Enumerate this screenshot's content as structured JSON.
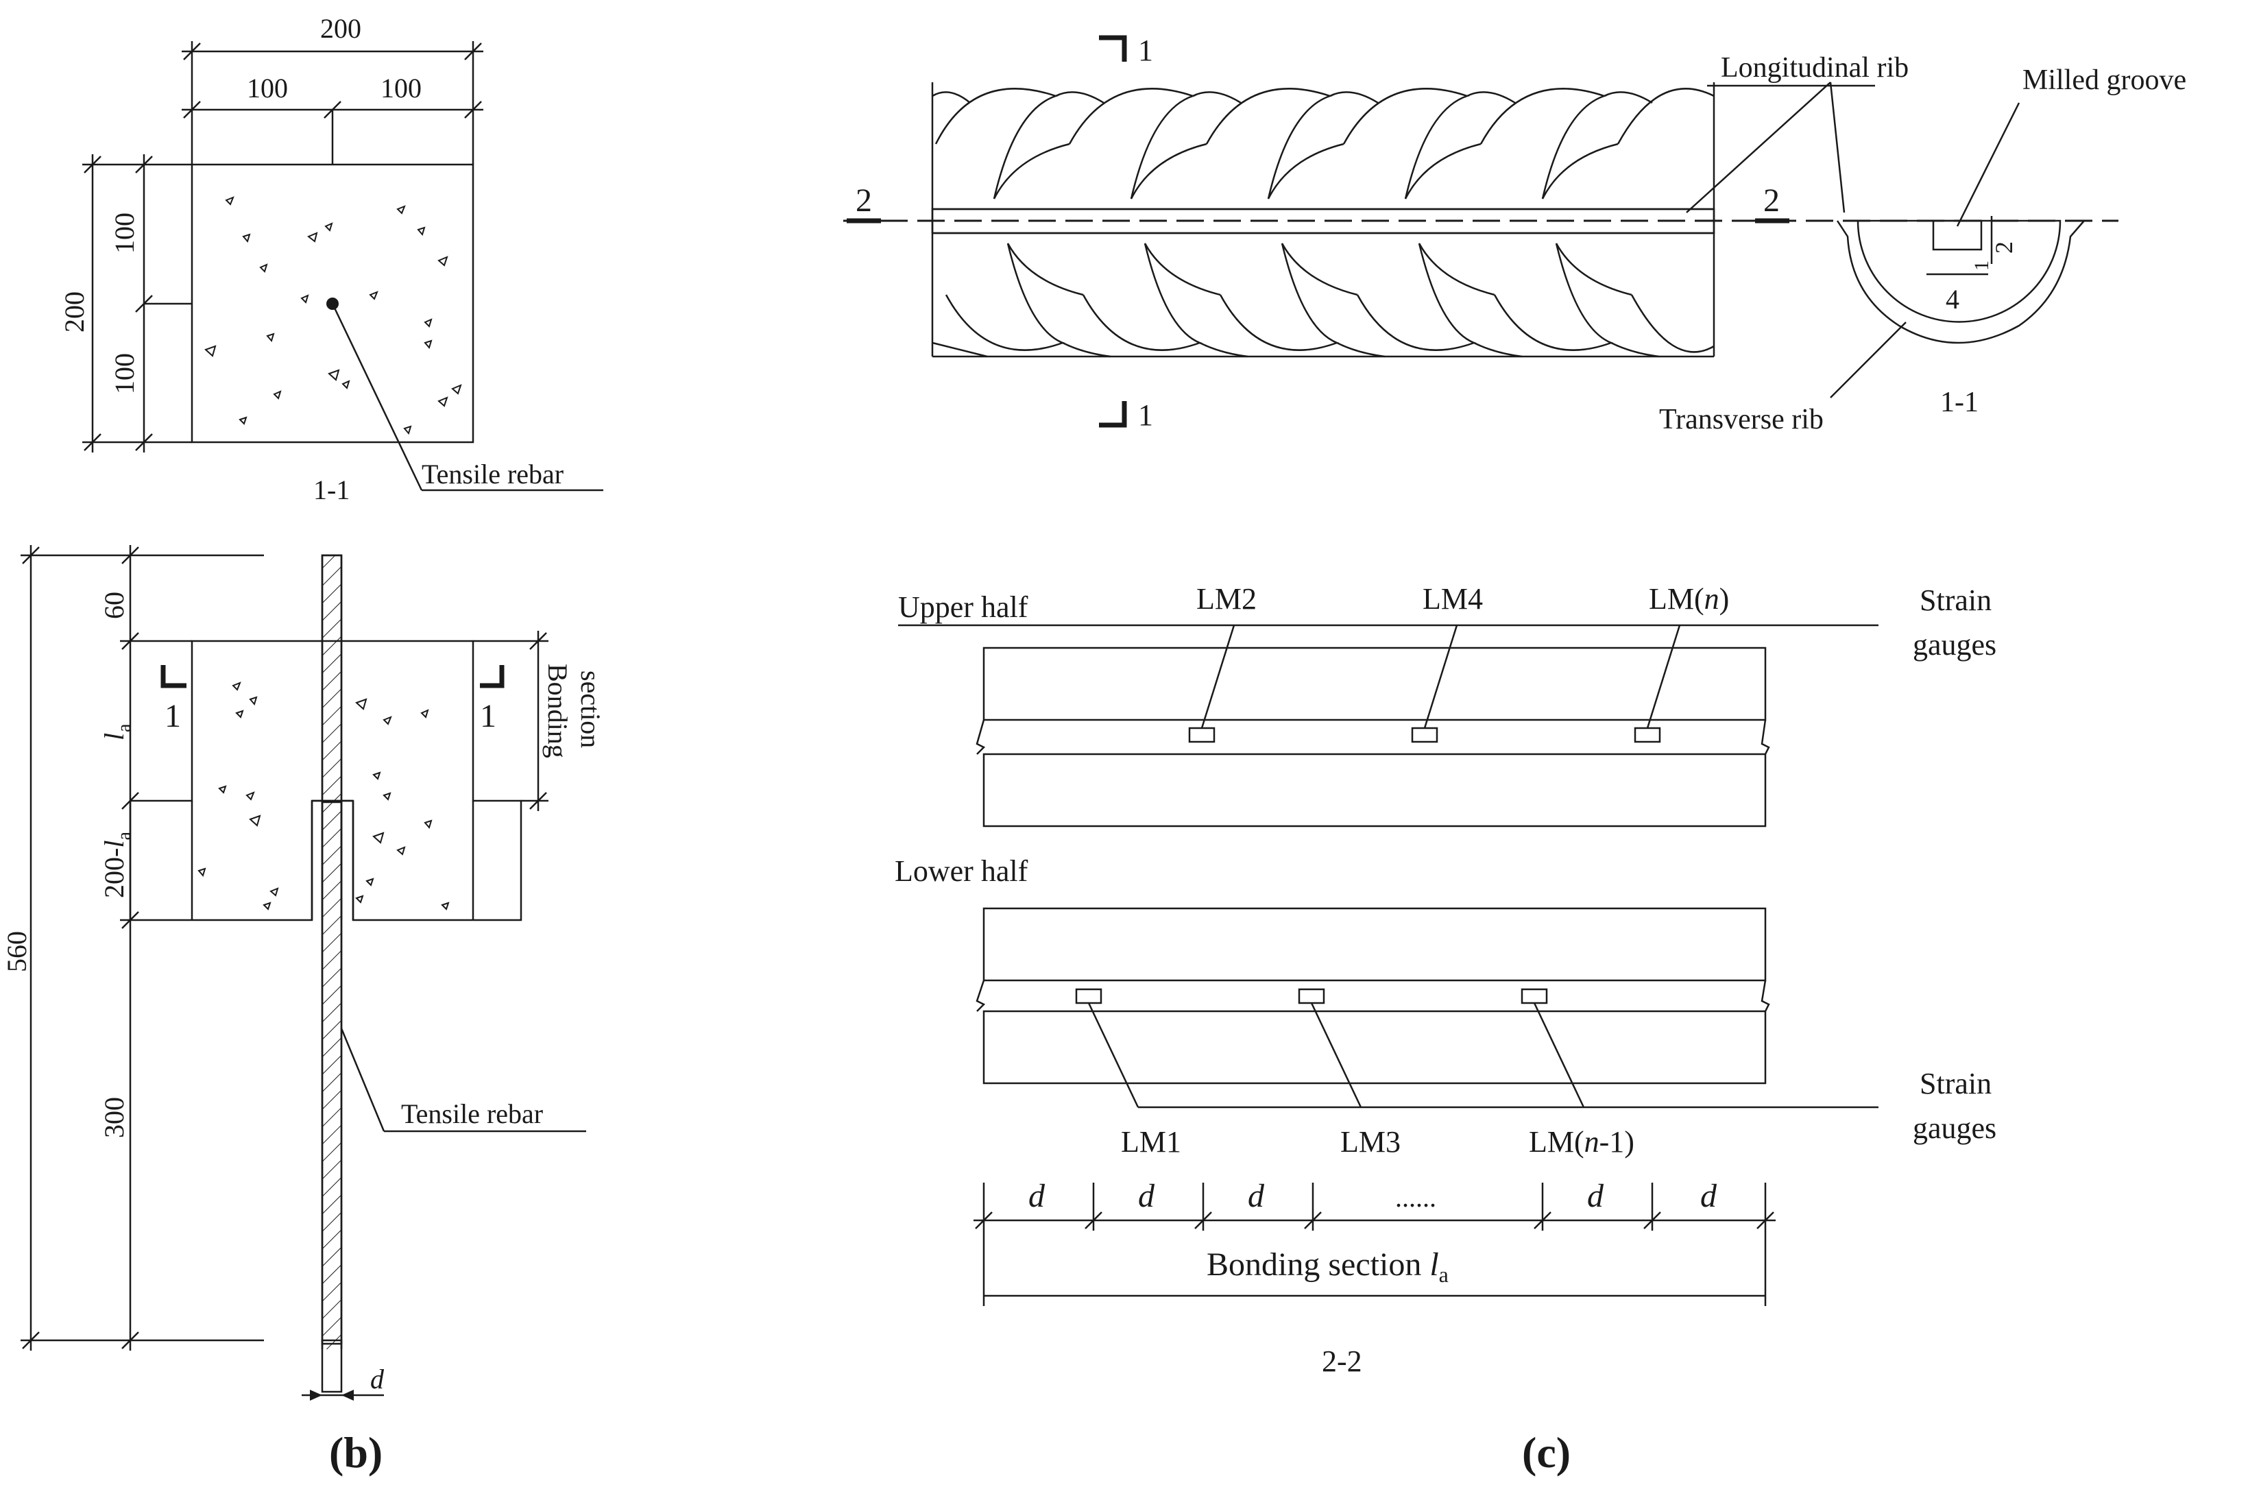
{
  "panel_b_top": {
    "dim_total_width": "200",
    "dim_half_left": "100",
    "dim_half_right": "100",
    "dim_total_height": "200",
    "dim_upper_height": "100",
    "dim_lower_height": "100",
    "section_label": "1-1",
    "rebar_label": "Tensile rebar"
  },
  "panel_b_elev": {
    "dim_top": "60",
    "dim_la": "l",
    "dim_la_sub": "a",
    "dim_mid": "200-",
    "dim_mid_l": "l",
    "dim_mid_sub": "a",
    "dim_lower": "300",
    "dim_total": "560",
    "section_mark_left": "1",
    "section_mark_right": "1",
    "bonding_line1": "Bonding",
    "bonding_line2": "section",
    "rebar_label": "Tensile rebar",
    "dia_label": "d",
    "panel_label": "b"
  },
  "panel_c_top": {
    "section_mark_top": "1",
    "section_mark_bottom": "1",
    "cut_left": "2",
    "cut_right": "2",
    "longitudinal_rib": "Longitudinal rib",
    "milled_groove": "Milled groove",
    "transverse_rib": "Transverse rib",
    "section_label": "1-1",
    "groove_depth": "2",
    "groove_small": "1",
    "groove_width": "4"
  },
  "panel_c_bottom": {
    "upper_half": "Upper half",
    "lower_half": "Lower half",
    "strain_gauges_top_1": "Strain",
    "strain_gauges_top_2": "gauges",
    "strain_gauges_bot_1": "Strain",
    "strain_gauges_bot_2": "gauges",
    "gauges_upper": [
      "LM2",
      "LM4",
      "LM(",
      "n",
      ")"
    ],
    "gauges_lower": [
      "LM1",
      "LM3",
      "LM(",
      "n",
      "-1)"
    ],
    "d_labels": [
      "d",
      "d",
      "d",
      "......",
      "d",
      "d"
    ],
    "bonding_section": "Bonding section ",
    "bonding_l": "l",
    "bonding_sub": "a",
    "section_label": "2-2",
    "panel_label": "c"
  }
}
